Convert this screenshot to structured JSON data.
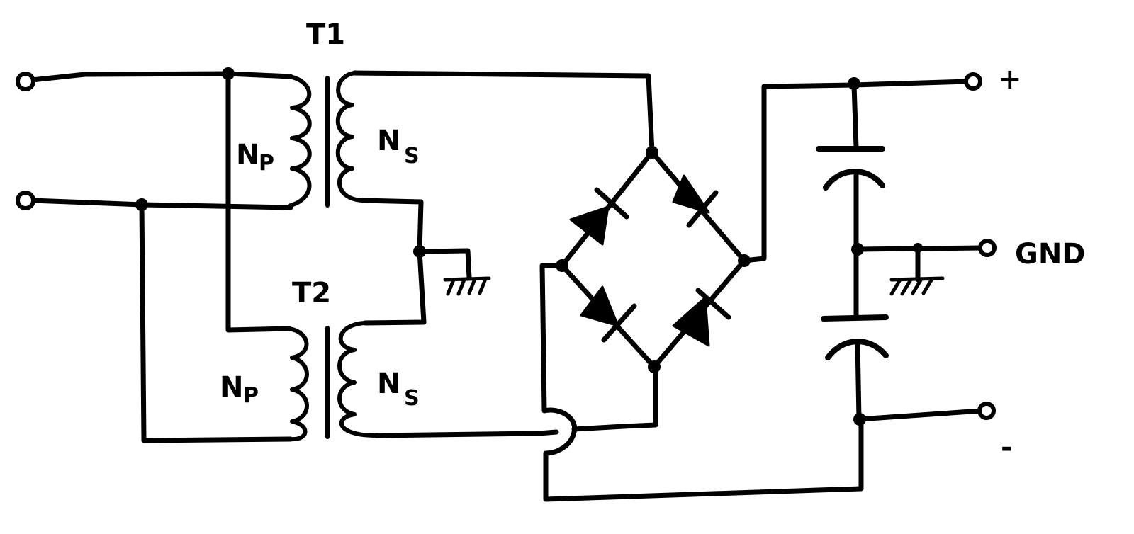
{
  "labels": {
    "t1": "T1",
    "t2": "T2",
    "np_top": "N",
    "np_top_sub": "P",
    "ns_top": "N",
    "ns_top_sub": "S",
    "np_bottom": "N",
    "np_bottom_sub": "P",
    "ns_bottom": "N",
    "ns_bottom_sub": "S",
    "plus": "+",
    "gnd": "GND",
    "minus": "-"
  }
}
